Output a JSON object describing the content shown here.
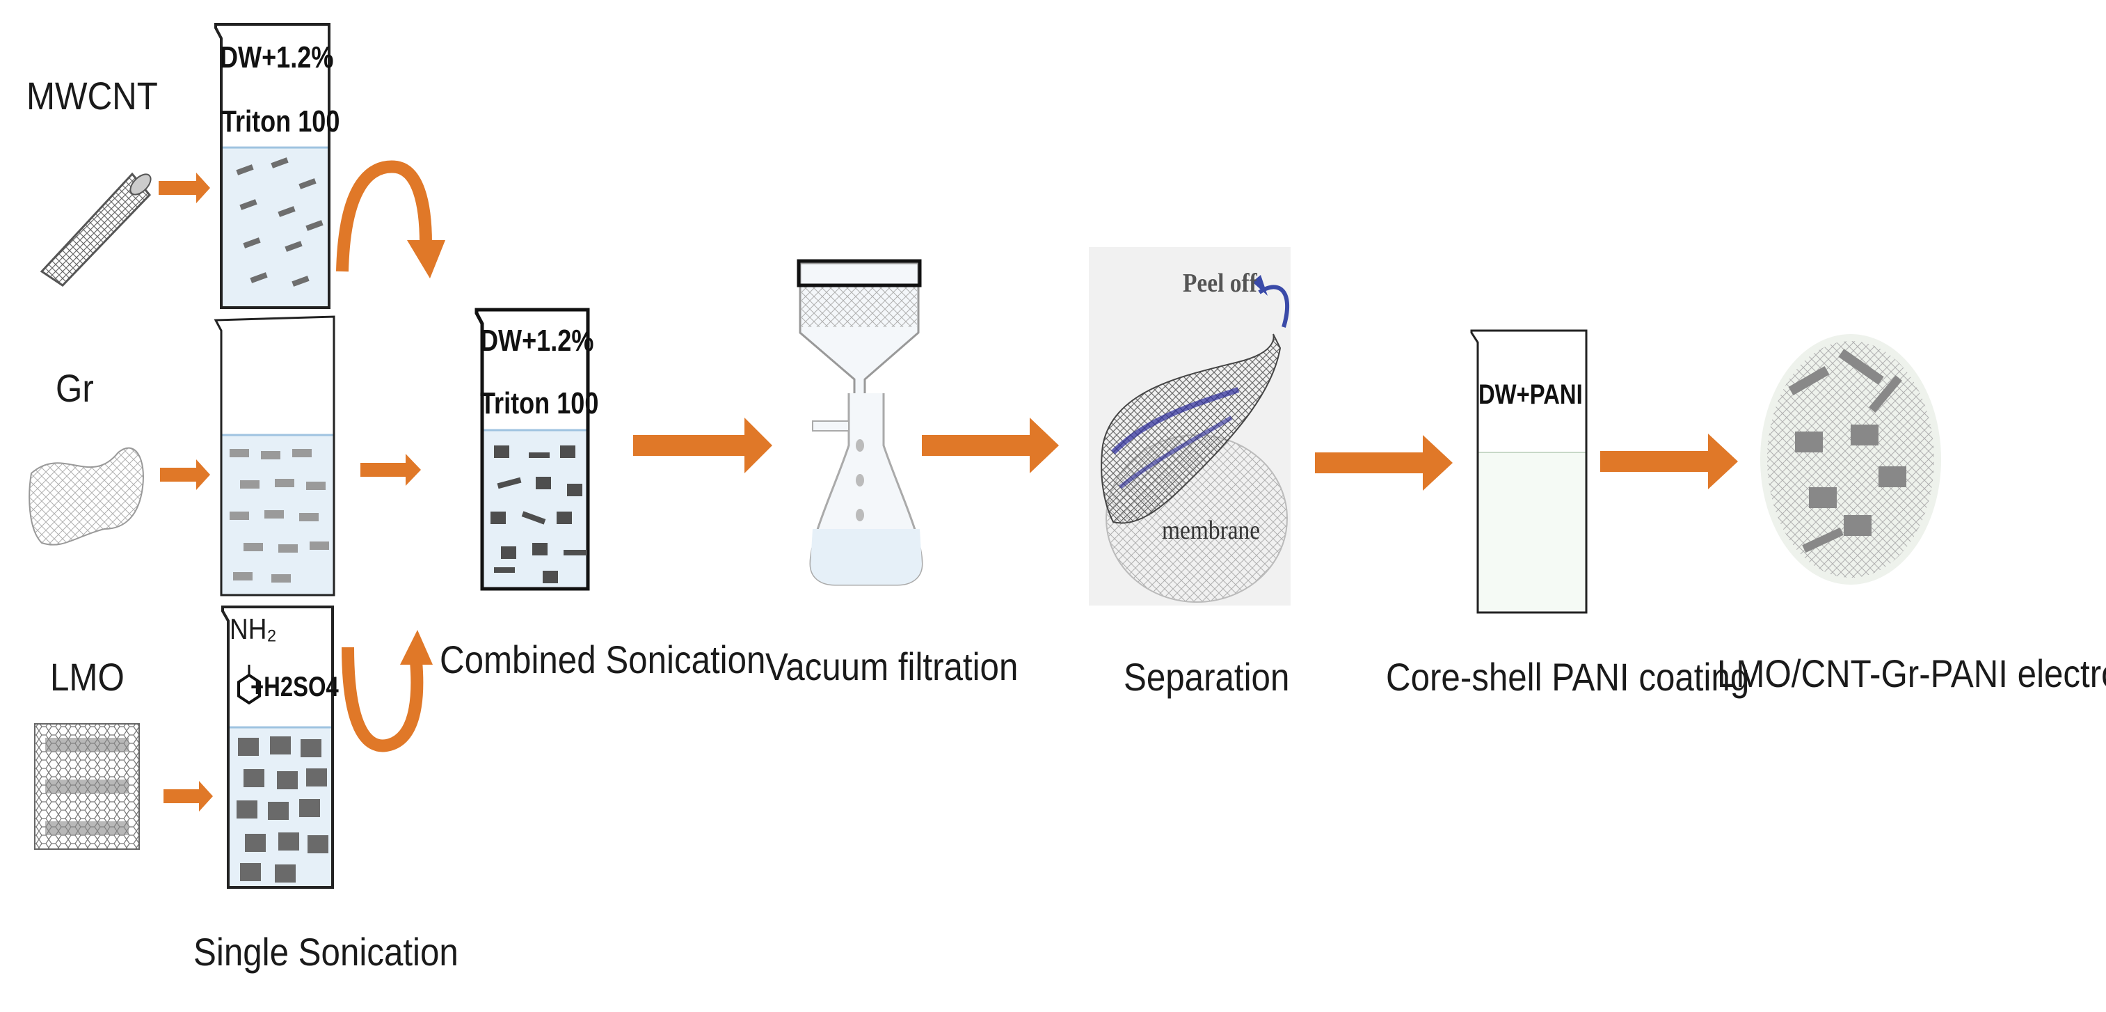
{
  "inputs": {
    "mwcnt": "MWCNT",
    "gr": "Gr",
    "lmo": "LMO"
  },
  "beakers": {
    "mwcnt_line1": "DW+1.2%",
    "mwcnt_line2": "Triton 100",
    "lmo_line1": "NH₂",
    "lmo_line2": "+H2SO4",
    "combined_line1": "DW+1.2%",
    "combined_line2": "Triton 100",
    "pani": "DW+PANI"
  },
  "steps": {
    "single_sonication": "Single Sonication",
    "combined_sonication": "Combined Sonication",
    "vacuum_filtration": "Vacuum filtration",
    "separation": "Separation",
    "core_shell": "Core-shell PANI coating",
    "electrode": "LMO/CNT-Gr-PANI electrode"
  },
  "separation_labels": {
    "peel_off": "Peel off",
    "membrane": "membrane"
  },
  "colors": {
    "arrow": "#e07828",
    "liquid": "#e6f0f8",
    "liquid_line": "#9fc3e0",
    "material": "#8a8a8a",
    "dark_flake": "#555555",
    "blue_flake": "#2a2a9a"
  }
}
